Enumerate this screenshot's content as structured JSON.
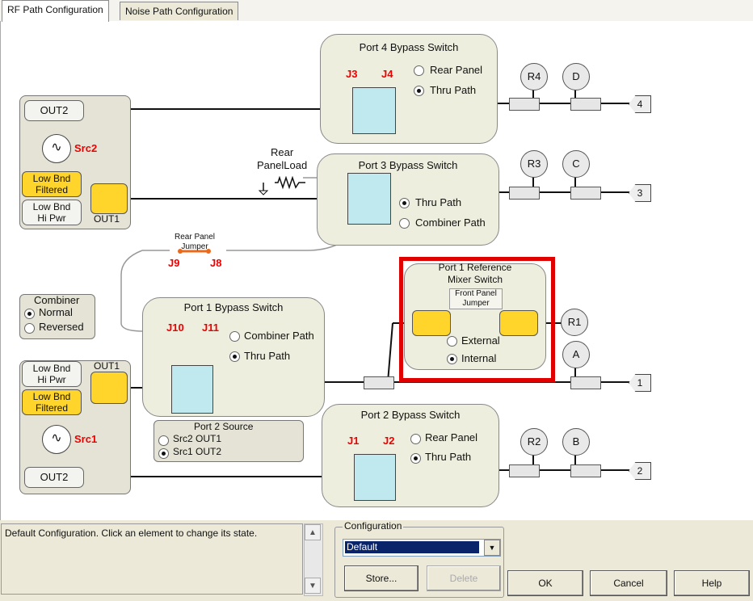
{
  "tabs": [
    "RF Path Configuration",
    "Noise Path Configuration"
  ],
  "src2": {
    "out2": "OUT2",
    "name": "Src2",
    "filtered": "Low Bnd\nFiltered",
    "hipwr": "Low Bnd\nHi Pwr",
    "out1": "OUT1"
  },
  "src1": {
    "hipwr": "Low Bnd\nHi Pwr",
    "out1": "OUT1",
    "filtered": "Low Bnd\nFiltered",
    "name": "Src1",
    "out2": "OUT2"
  },
  "port4": {
    "title": "Port 4 Bypass Switch",
    "j_left": "J3",
    "j_right": "J4",
    "opt1": "Rear Panel",
    "opt2": "Thru Path"
  },
  "port3": {
    "title": "Port 3 Bypass Switch",
    "opt1": "Thru Path",
    "opt2": "Combiner Path"
  },
  "rear_load": "Rear\nPanelLoad",
  "jumper": {
    "title": "Rear Panel\nJumper",
    "j9": "J9",
    "j8": "J8"
  },
  "combiner": {
    "title": "Combiner",
    "opt1": "Normal",
    "opt2": "Reversed"
  },
  "port1": {
    "title": "Port 1 Bypass Switch",
    "j10": "J10",
    "j11": "J11",
    "opt1": "Combiner Path",
    "opt2": "Thru Path"
  },
  "port2src": {
    "title": "Port 2 Source",
    "opt1": "Src2 OUT1",
    "opt2": "Src1 OUT2"
  },
  "refmixer": {
    "title": "Port 1 Reference\nMixer Switch",
    "jumper": "Front Panel\nJumper",
    "opt1": "External",
    "opt2": "Internal"
  },
  "port2": {
    "title": "Port 2 Bypass Switch",
    "j_left": "J1",
    "j_right": "J2",
    "opt1": "Rear Panel",
    "opt2": "Thru Path"
  },
  "receivers": {
    "r4": "R4",
    "d": "D",
    "r3": "R3",
    "c": "C",
    "r1": "R1",
    "a": "A",
    "r2": "R2",
    "b": "B"
  },
  "ports": {
    "p4": "4",
    "p3": "3",
    "p1": "1",
    "p2": "2"
  },
  "status_text": "Default Configuration. Click an element to change its state.",
  "configuration": {
    "label": "Configuration",
    "selected": "Default",
    "store": "Store...",
    "delete": "Delete"
  },
  "buttons": {
    "ok": "OK",
    "cancel": "Cancel",
    "help": "Help"
  },
  "colors": {
    "highlight": "#e00000",
    "yellow": "#ffd52b",
    "switch": "#bfe9ef",
    "panel": "#eeeede"
  }
}
